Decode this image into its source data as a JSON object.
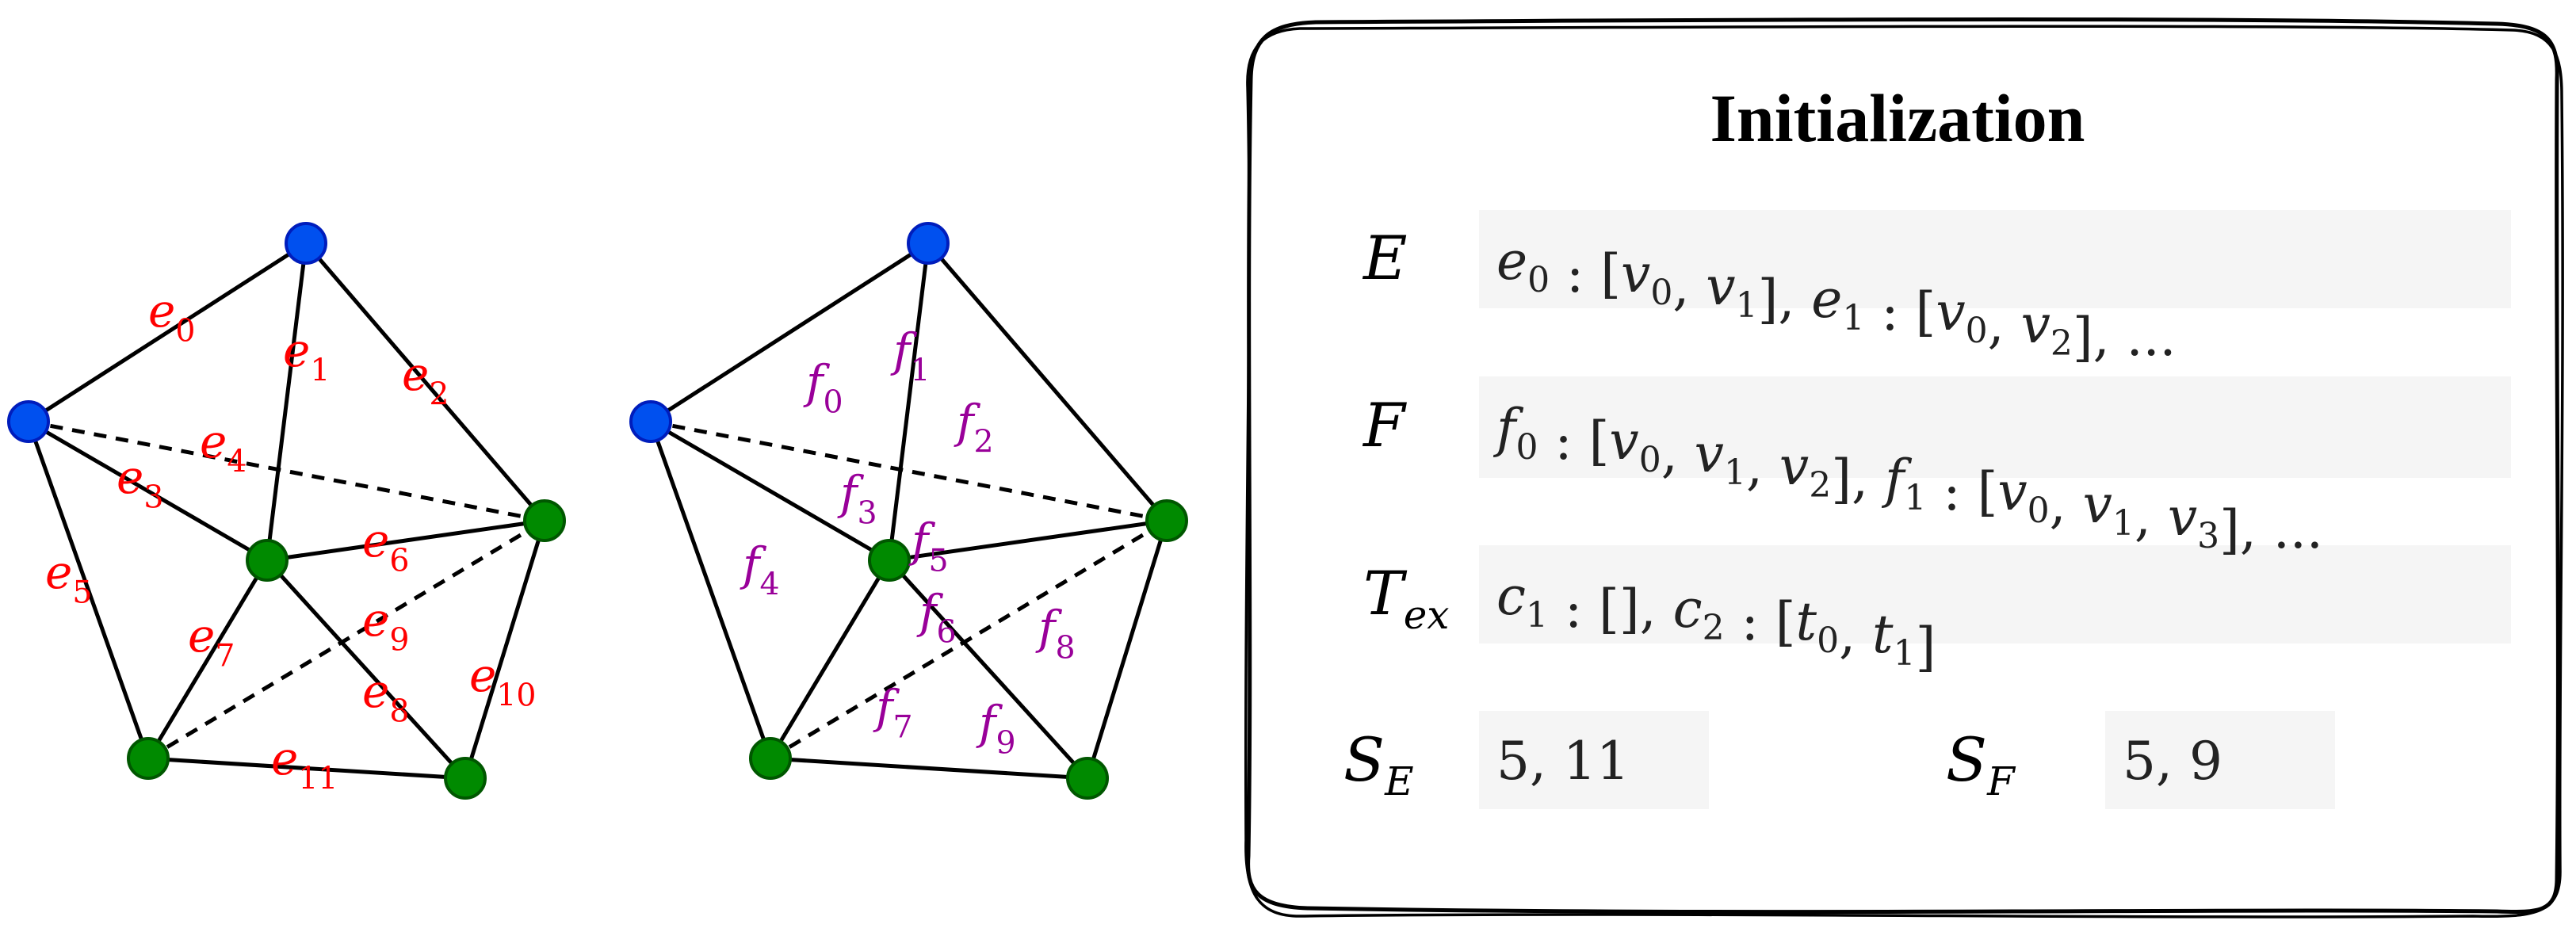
{
  "graph_edges": {
    "edge_labels": [
      {
        "name": "e",
        "sub": "0"
      },
      {
        "name": "e",
        "sub": "1"
      },
      {
        "name": "e",
        "sub": "2"
      },
      {
        "name": "e",
        "sub": "3"
      },
      {
        "name": "e",
        "sub": "4"
      },
      {
        "name": "e",
        "sub": "5"
      },
      {
        "name": "e",
        "sub": "6"
      },
      {
        "name": "e",
        "sub": "7"
      },
      {
        "name": "e",
        "sub": "8"
      },
      {
        "name": "e",
        "sub": "9"
      },
      {
        "name": "e",
        "sub": "10"
      },
      {
        "name": "e",
        "sub": "11"
      }
    ],
    "label_color": "#ff0000"
  },
  "graph_faces": {
    "face_labels": [
      {
        "name": "f",
        "sub": "0"
      },
      {
        "name": "f",
        "sub": "1"
      },
      {
        "name": "f",
        "sub": "2"
      },
      {
        "name": "f",
        "sub": "3"
      },
      {
        "name": "f",
        "sub": "4"
      },
      {
        "name": "f",
        "sub": "5"
      },
      {
        "name": "f",
        "sub": "6"
      },
      {
        "name": "f",
        "sub": "7"
      },
      {
        "name": "f",
        "sub": "8"
      },
      {
        "name": "f",
        "sub": "9"
      }
    ],
    "label_color": "#990099"
  },
  "colors": {
    "blue_vertex": "#0050ef",
    "blue_vertex_stroke": "#001dbc",
    "green_vertex": "#008a00",
    "green_vertex_stroke": "#005700",
    "field_background": "#f5f5f5",
    "edge_color": "#000000"
  },
  "panel": {
    "title": "Initialization",
    "rows": [
      {
        "key": {
          "main": "E",
          "sub": ""
        },
        "value": [
          {
            "t": "e",
            "s": "0"
          },
          {
            "t": " : [",
            "plain": true
          },
          {
            "t": "v",
            "s": "0"
          },
          {
            "t": ", ",
            "plain": true
          },
          {
            "t": "v",
            "s": "1"
          },
          {
            "t": "], ",
            "plain": true
          },
          {
            "t": "e",
            "s": "1"
          },
          {
            "t": " : [",
            "plain": true
          },
          {
            "t": "v",
            "s": "0"
          },
          {
            "t": ", ",
            "plain": true
          },
          {
            "t": "v",
            "s": "2"
          },
          {
            "t": "], ...",
            "plain": true
          }
        ]
      },
      {
        "key": {
          "main": "F",
          "sub": ""
        },
        "value": [
          {
            "t": "f",
            "s": "0"
          },
          {
            "t": " : [",
            "plain": true
          },
          {
            "t": "v",
            "s": "0"
          },
          {
            "t": ", ",
            "plain": true
          },
          {
            "t": "v",
            "s": "1"
          },
          {
            "t": ", ",
            "plain": true
          },
          {
            "t": "v",
            "s": "2"
          },
          {
            "t": "], ",
            "plain": true
          },
          {
            "t": "f",
            "s": "1"
          },
          {
            "t": " : [",
            "plain": true
          },
          {
            "t": "v",
            "s": "0"
          },
          {
            "t": ", ",
            "plain": true
          },
          {
            "t": "v",
            "s": "1"
          },
          {
            "t": ", ",
            "plain": true
          },
          {
            "t": "v",
            "s": "3"
          },
          {
            "t": "], ...",
            "plain": true
          }
        ]
      },
      {
        "key": {
          "main": "T",
          "sub": "ex"
        },
        "value": [
          {
            "t": "c",
            "s": "1"
          },
          {
            "t": " : [], ",
            "plain": true
          },
          {
            "t": "c",
            "s": "2"
          },
          {
            "t": " : [",
            "plain": true
          },
          {
            "t": "t",
            "s": "0"
          },
          {
            "t": ", ",
            "plain": true
          },
          {
            "t": "t",
            "s": "1"
          },
          {
            "t": "]",
            "plain": true
          }
        ]
      }
    ],
    "se": {
      "key": {
        "main": "S",
        "sub": "E"
      },
      "value": "5, 11"
    },
    "sf": {
      "key": {
        "main": "S",
        "sub": "F"
      },
      "value": "5, 9"
    }
  }
}
